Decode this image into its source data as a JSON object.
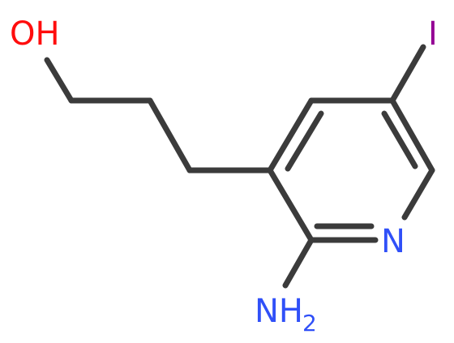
{
  "molecule": {
    "atoms": {
      "hydroxyl": {
        "symbol": "OH",
        "color": "#ff0d0d"
      },
      "iodine": {
        "symbol": "I",
        "color": "#940094"
      },
      "ring_nitrogen": {
        "symbol": "N",
        "color": "#3050f8"
      },
      "amine": {
        "symbol": "NH",
        "subscript": "2",
        "color": "#3050f8"
      }
    },
    "colors": {
      "bond": "#3b3b3b",
      "background": "#ffffff"
    }
  }
}
